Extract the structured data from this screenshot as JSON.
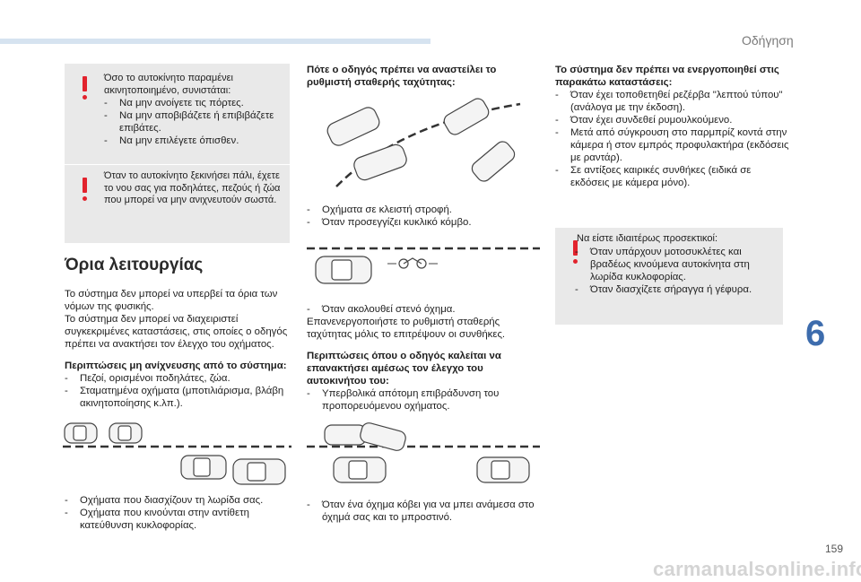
{
  "header": {
    "section": "Οδήγηση"
  },
  "note1": {
    "intro": "Όσο το αυτοκίνητο παραμένει ακινητοποιημένο, συνιστάται:",
    "items": [
      "Να μην ανοίγετε τις πόρτες.",
      "Να μην αποβιβάζετε ή επιβιβάζετε επιβάτες.",
      "Να μην επιλέγετε όπισθεν."
    ]
  },
  "note2": {
    "text": "Όταν το αυτοκίνητο ξεκινήσει πάλι, έχετε το νου σας για ποδηλάτες, πεζούς ή ζώα που μπορεί να μην ανιχνευτούν σωστά."
  },
  "limits": {
    "title": "Όρια λειτουργίας",
    "p1": "Το σύστημα δεν μπορεί να υπερβεί τα όρια των νόμων της φυσικής.",
    "p2": "Το σύστημα δεν μπορεί να διαχειριστεί συγκεκριμένες καταστάσεις, στις οποίες ο οδηγός πρέπει να ανακτήσει τον έλεγχο του οχήματος.",
    "non_detect_title": "Περιπτώσεις μη ανίχνευσης από το σύστημα:",
    "non_detect_items": [
      "Πεζοί, ορισμένοι ποδηλάτες, ζώα.",
      "Σταματημένα οχήματα (μποτιλιάρισμα, βλάβη ακινητοποίησης κ.λπ.)."
    ],
    "lane_items": [
      "Οχήματα που διασχίζουν τη λωρίδα σας.",
      "Οχήματα που κινούνται στην αντίθετη κατεύθυνση κυκλοφορίας."
    ]
  },
  "middle": {
    "when_title": "Πότε ο οδηγός πρέπει να αναστείλει το ρυθμιστή σταθερής ταχύτητας:",
    "turn_items": [
      "Οχήματα σε κλειστή στροφή.",
      "Όταν προσεγγίζει κυκλικό κόμβο."
    ],
    "narrow_item": "Όταν ακολουθεί στενό όχημα.",
    "reactivate": "Επανενεργοποιήστε το ρυθμιστή σταθερής ταχύτητας μόλις το επιτρέψουν οι συνθήκες.",
    "regain_title": "Περιπτώσεις όπου ο οδηγός καλείται να επανακτήσει αμέσως τον έλεγχο του αυτοκινήτου του:",
    "regain_items": [
      "Υπερβολικά απότομη επιβράδυνση του προπορευόμενου οχήματος."
    ],
    "cutin_item": "Όταν ένα όχημα κόβει για να μπει ανάμεσα στο όχημά σας και το μπροστινό."
  },
  "right": {
    "no_activate_title": "Το σύστημα δεν πρέπει να ενεργοποιηθεί στις παρακάτω καταστάσεις:",
    "no_activate_items": [
      "Όταν έχει τοποθετηθεί ρεζέρβα \"λεπτού τύπου\" (ανάλογα με την έκδοση).",
      "Όταν έχει συνδεθεί ρυμουλκούμενο.",
      "Μετά από σύγκρουση στο παρμπρίζ κοντά στην κάμερα ή στον εμπρός προφυλακτήρα (εκδόσεις με ραντάρ).",
      "Σε αντίξοες καιρικές συνθήκες (ειδικά σε εκδόσεις με κάμερα μόνο)."
    ],
    "note_intro": "Να είστε ιδιαιτέρως προσεκτικοί:",
    "note_items": [
      "Όταν υπάρχουν μοτοσυκλέτες και βραδέως κινούμενα αυτοκίνητα στη λωρίδα κυκλοφορίας.",
      "Όταν διασχίζετε σήραγγα ή γέφυρα."
    ]
  },
  "footer": {
    "chapter": "6",
    "page": "159",
    "watermark": "carmanualsonline.info"
  }
}
